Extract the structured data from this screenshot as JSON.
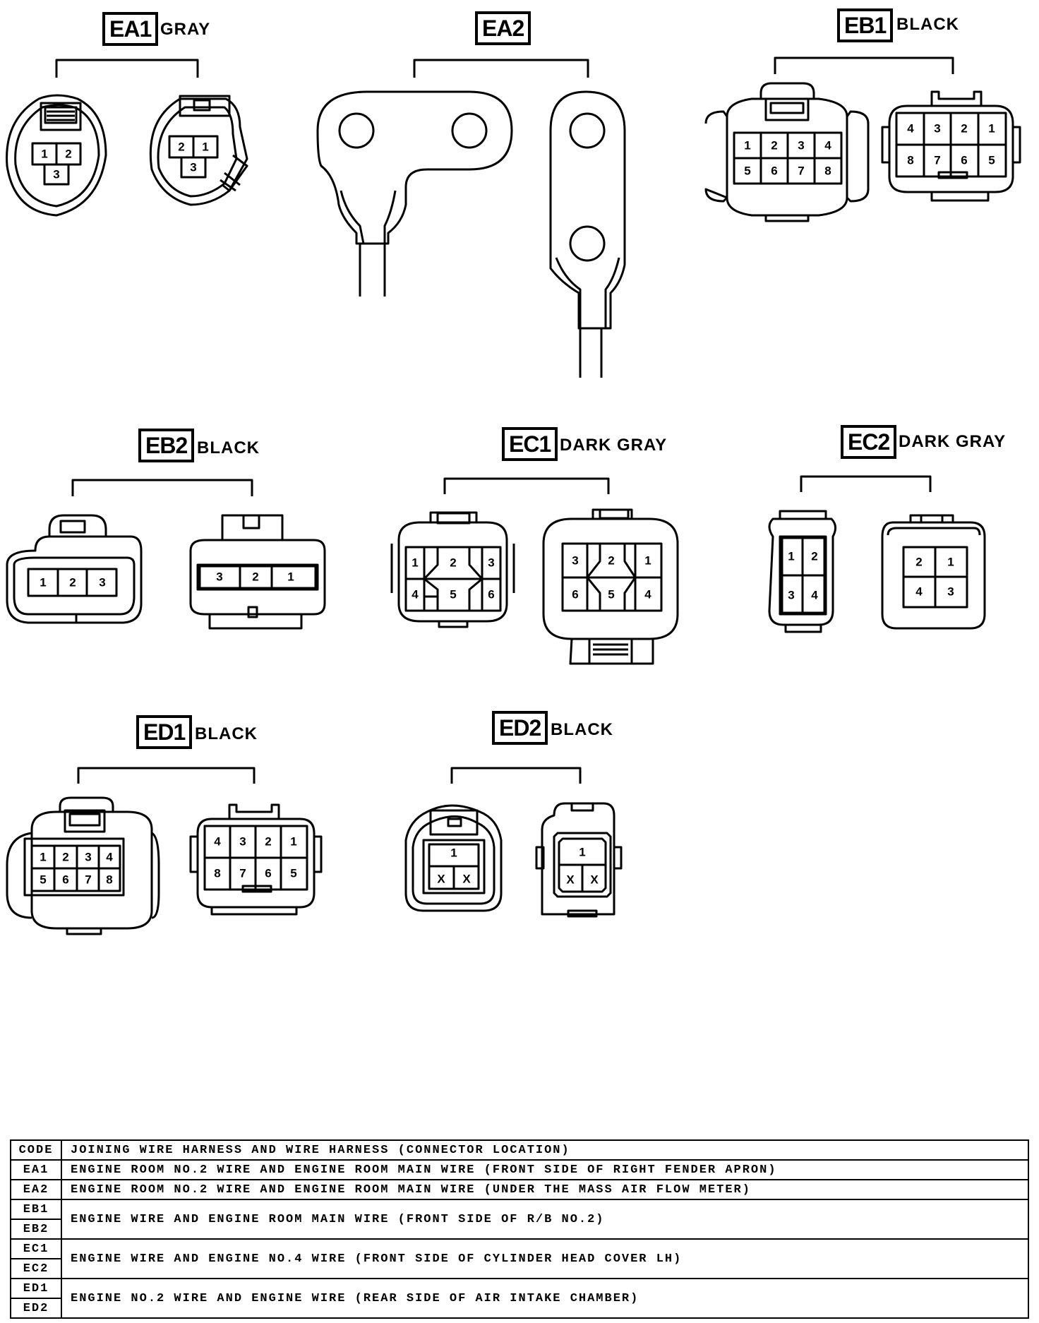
{
  "connectors": [
    {
      "code": "EA1",
      "color": "GRAY"
    },
    {
      "code": "EA2",
      "color": ""
    },
    {
      "code": "EB1",
      "color": "BLACK"
    },
    {
      "code": "EB2",
      "color": "BLACK"
    },
    {
      "code": "EC1",
      "color": "DARK GRAY"
    },
    {
      "code": "EC2",
      "color": "DARK GRAY"
    },
    {
      "code": "ED1",
      "color": "BLACK"
    },
    {
      "code": "ED2",
      "color": "BLACK"
    }
  ],
  "pins": {
    "ea1_left": [
      "1",
      "2",
      "3"
    ],
    "ea1_right": [
      "2",
      "1",
      "3"
    ],
    "eb1_left": [
      "1",
      "2",
      "3",
      "4",
      "5",
      "6",
      "7",
      "8"
    ],
    "eb1_right": [
      "4",
      "3",
      "2",
      "1",
      "8",
      "7",
      "6",
      "5"
    ],
    "eb2_left": [
      "1",
      "2",
      "3"
    ],
    "eb2_right": [
      "3",
      "2",
      "1"
    ],
    "ec1_left": [
      "1",
      "2",
      "3",
      "4",
      "5",
      "6"
    ],
    "ec1_right": [
      "3",
      "2",
      "1",
      "6",
      "5",
      "4"
    ],
    "ec2_left": [
      "1",
      "2",
      "3",
      "4"
    ],
    "ec2_right": [
      "2",
      "1",
      "4",
      "3"
    ],
    "ed1_left": [
      "1",
      "2",
      "3",
      "4",
      "5",
      "6",
      "7",
      "8"
    ],
    "ed1_right": [
      "4",
      "3",
      "2",
      "1",
      "8",
      "7",
      "6",
      "5"
    ],
    "ed2_left": [
      "1",
      "X",
      "X"
    ],
    "ed2_right": [
      "1",
      "X",
      "X"
    ]
  },
  "table": {
    "header": {
      "code": "CODE",
      "description": "JOINING WIRE HARNESS AND WIRE HARNESS (CONNECTOR LOCATION)"
    },
    "rows": [
      {
        "codes": [
          "EA1"
        ],
        "description": "ENGINE ROOM NO.2 WIRE AND ENGINE ROOM MAIN WIRE (FRONT SIDE OF RIGHT FENDER APRON)"
      },
      {
        "codes": [
          "EA2"
        ],
        "description": "ENGINE ROOM NO.2 WIRE AND ENGINE ROOM MAIN WIRE (UNDER THE MASS AIR FLOW METER)"
      },
      {
        "codes": [
          "EB1",
          "EB2"
        ],
        "description": "ENGINE WIRE AND ENGINE ROOM MAIN WIRE (FRONT SIDE OF R/B NO.2)"
      },
      {
        "codes": [
          "EC1",
          "EC2"
        ],
        "description": "ENGINE WIRE AND ENGINE NO.4 WIRE (FRONT SIDE OF CYLINDER HEAD COVER LH)"
      },
      {
        "codes": [
          "ED1",
          "ED2"
        ],
        "description": "ENGINE NO.2 WIRE AND ENGINE WIRE (REAR SIDE OF AIR INTAKE CHAMBER)"
      }
    ]
  }
}
